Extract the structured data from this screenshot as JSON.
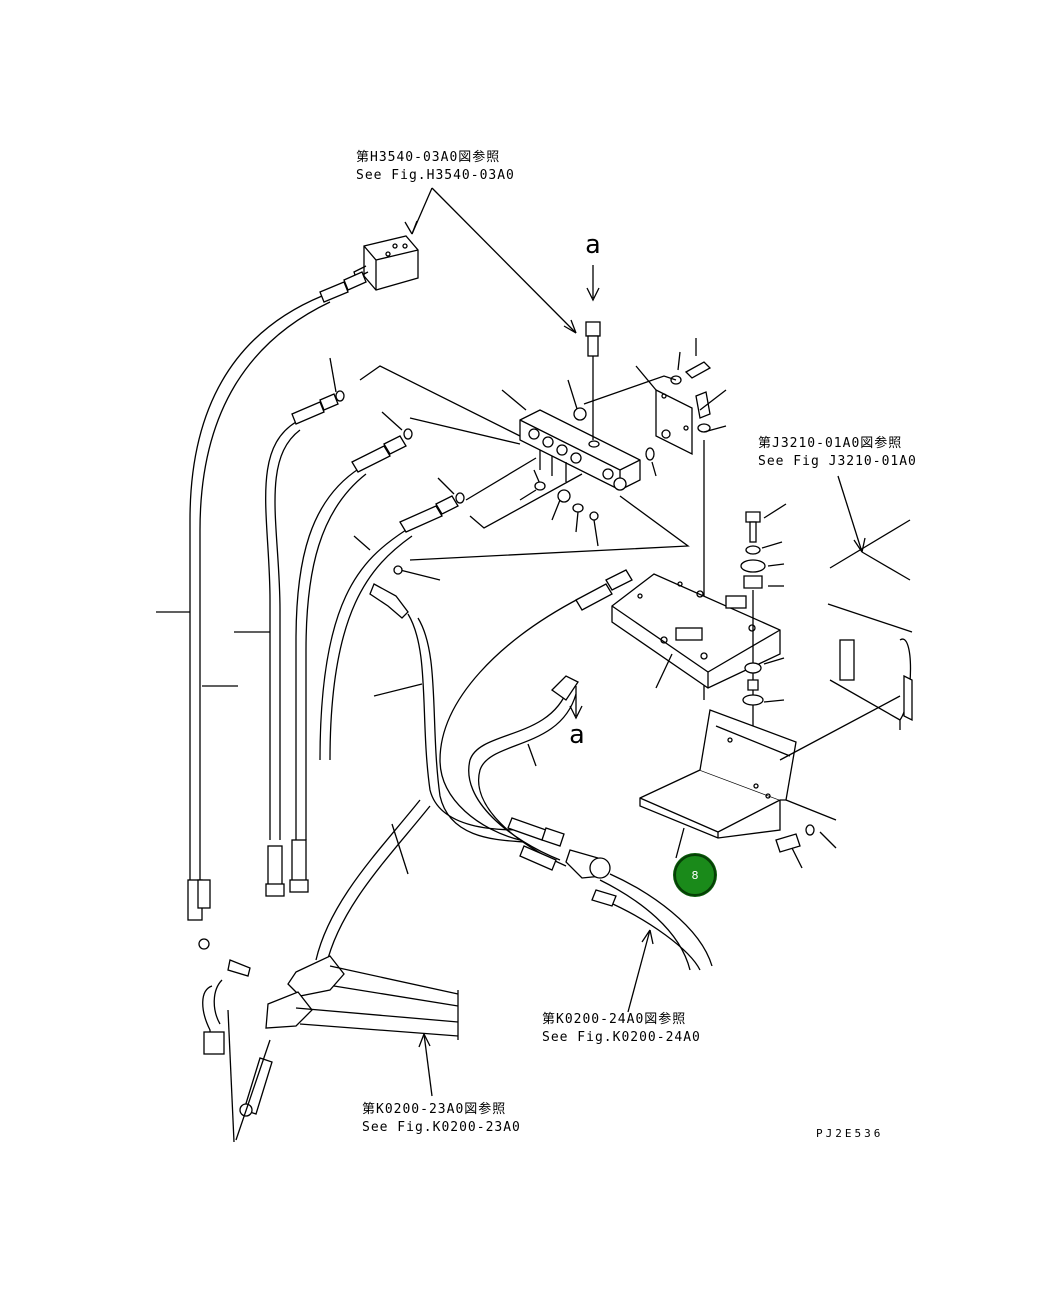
{
  "references": {
    "h3540": {
      "jp": "第H3540-03A0図参照",
      "en": "See Fig.H3540-03A0"
    },
    "j3210": {
      "jp": "第J3210-01A0図参照",
      "en": "See Fig J3210-01A0"
    },
    "k0200_24": {
      "jp": "第K0200-24A0図参照",
      "en": "See Fig.K0200-24A0"
    },
    "k0200_23": {
      "jp": "第K0200-23A0図参照",
      "en": "See Fig.K0200-23A0"
    }
  },
  "arrow_labels": {
    "top": "a",
    "bottom": "a"
  },
  "callout": {
    "number": "8",
    "color": "#1a8a1a"
  },
  "drawing_code": "PJ2E536"
}
